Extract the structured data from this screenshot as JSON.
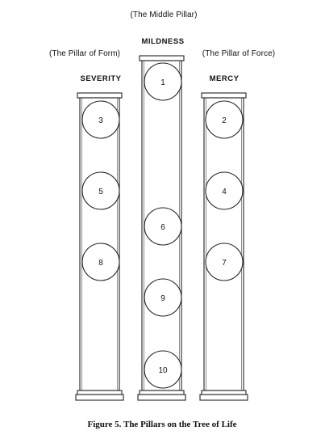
{
  "labels": {
    "middle_pillar": "(The Middle Pillar)",
    "middle_name": "MILDNESS",
    "left_pillar": "(The Pillar of Form)",
    "left_name": "SEVERITY",
    "right_pillar": "(The Pillar of Force)",
    "right_name": "MERCY"
  },
  "sephiroth": [
    {
      "number": "1",
      "pillar": "middle"
    },
    {
      "number": "2",
      "pillar": "right"
    },
    {
      "number": "3",
      "pillar": "left"
    },
    {
      "number": "4",
      "pillar": "right"
    },
    {
      "number": "5",
      "pillar": "left"
    },
    {
      "number": "6",
      "pillar": "middle"
    },
    {
      "number": "7",
      "pillar": "right"
    },
    {
      "number": "8",
      "pillar": "left"
    },
    {
      "number": "9",
      "pillar": "middle"
    },
    {
      "number": "10",
      "pillar": "middle"
    }
  ],
  "caption": "Figure 5. The Pillars on the Tree of Life"
}
